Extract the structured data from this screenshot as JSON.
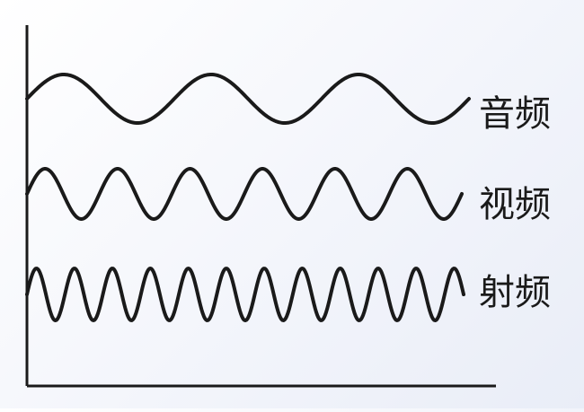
{
  "waves": [
    {
      "label": "音频",
      "cycles": 3.0
    },
    {
      "label": "视频",
      "cycles": 6.0
    },
    {
      "label": "射频",
      "cycles": 11.5
    }
  ]
}
